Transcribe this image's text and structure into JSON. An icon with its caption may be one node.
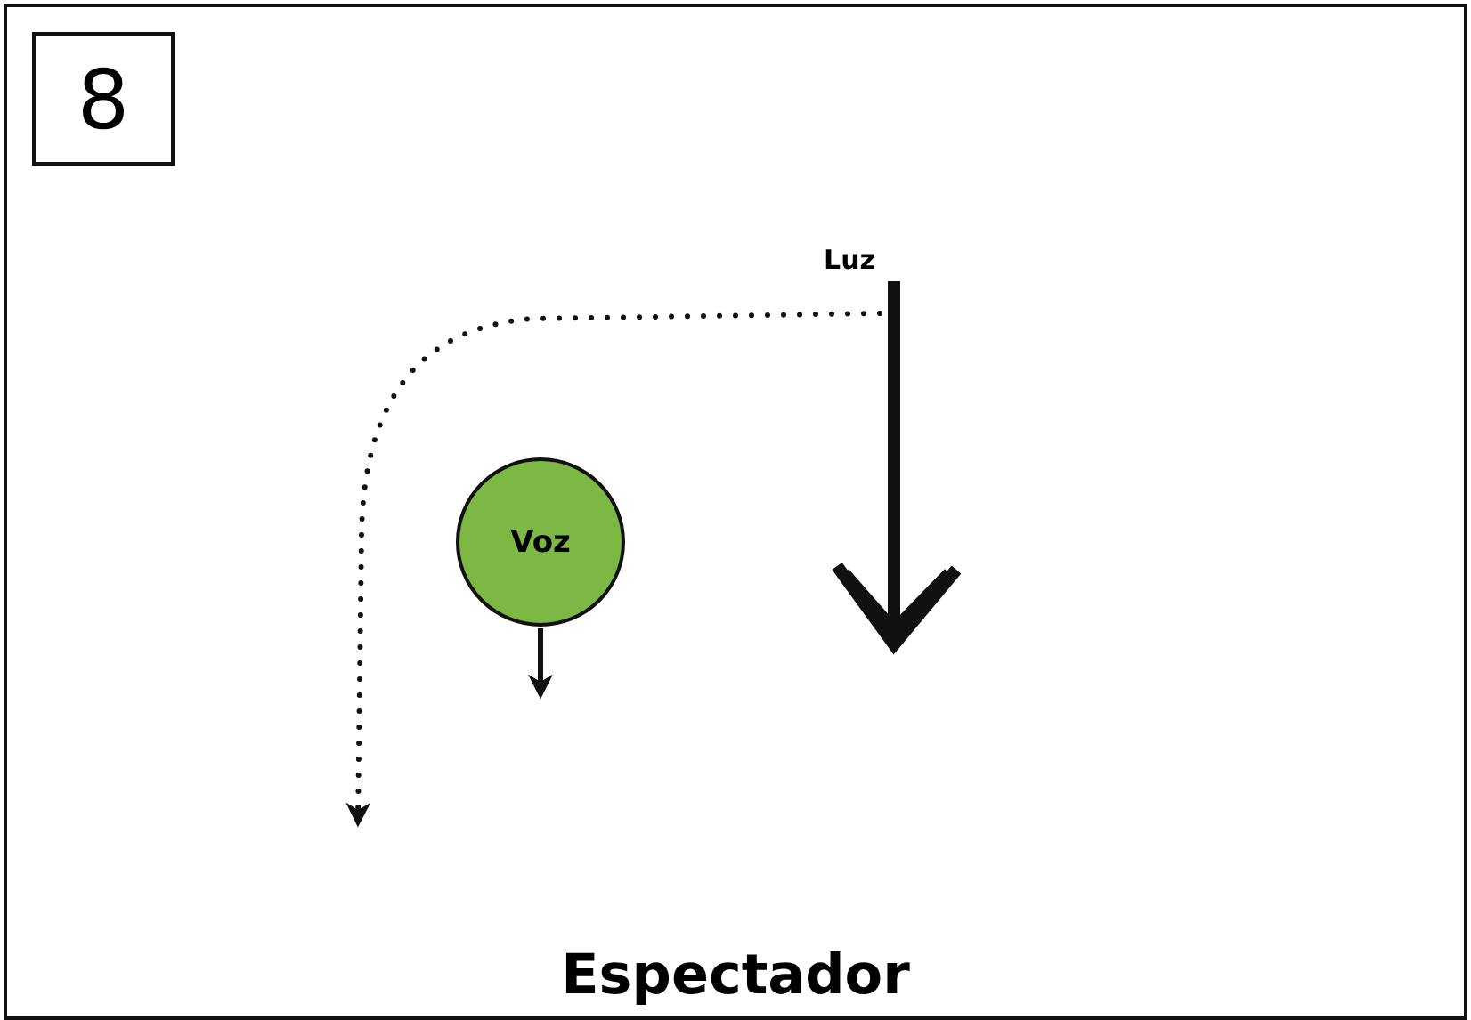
{
  "diagram": {
    "nodes": [
      {
        "text": [
          "8"
        ]
      },
      {
        "text": [
          "Luz"
        ]
      },
      {
        "text": [
          "Voz"
        ]
      }
    ],
    "edges": [
      {
        "from": 1,
        "to": null,
        "arrow": "to",
        "style": "dashed"
      },
      {
        "from": 1,
        "to": null,
        "arrow": "to",
        "style": "thick"
      },
      {
        "from": 2,
        "to": null,
        "arrow": "to"
      }
    ],
    "labels": [
      "Espectador"
    ]
  }
}
